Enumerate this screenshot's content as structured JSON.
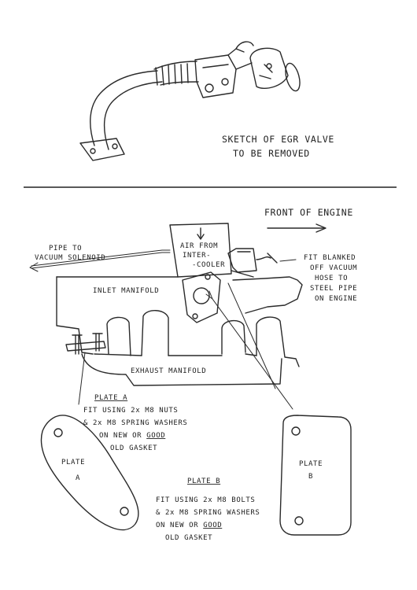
{
  "egr_caption": {
    "line1": "SKETCH OF EGR VALVE",
    "line2": "TO BE REMOVED"
  },
  "front_label": "FRONT OF ENGINE",
  "pipe_label": {
    "line1": "PIPE TO",
    "line2": "VACUUM SOLENOID"
  },
  "air_label": {
    "line1": "AIR FROM",
    "line2": "INTER-",
    "line3": "-COOLER"
  },
  "hose_label": {
    "line1": "FIT BLANKED",
    "line2": "OFF VACUUM",
    "line3": "HOSE TO",
    "line4": "STEEL PIPE",
    "line5": "ON ENGINE"
  },
  "inlet_label": "INLET MANIFOLD",
  "exhaust_label": "EXHAUST MANIFOLD",
  "plate_a_notes": {
    "heading": "PLATE A",
    "line1": "FIT USING 2x M8 NUTS",
    "line2": "& 2x M8 SPRING WASHERS",
    "line3_pre": "ON NEW OR ",
    "line3_good": "GOOD",
    "line4": "OLD GASKET"
  },
  "plate_b_notes": {
    "heading": "PLATE B",
    "line1": "FIT USING 2x M8 BOLTS",
    "line2": "& 2x M8 SPRING WASHERS",
    "line3_pre": "ON NEW OR ",
    "line3_good": "GOOD",
    "line4": "OLD GASKET"
  },
  "plate_a_label": {
    "line1": "PLATE",
    "line2": "A"
  },
  "plate_b_label": {
    "line1": "PLATE",
    "line2": "B"
  }
}
